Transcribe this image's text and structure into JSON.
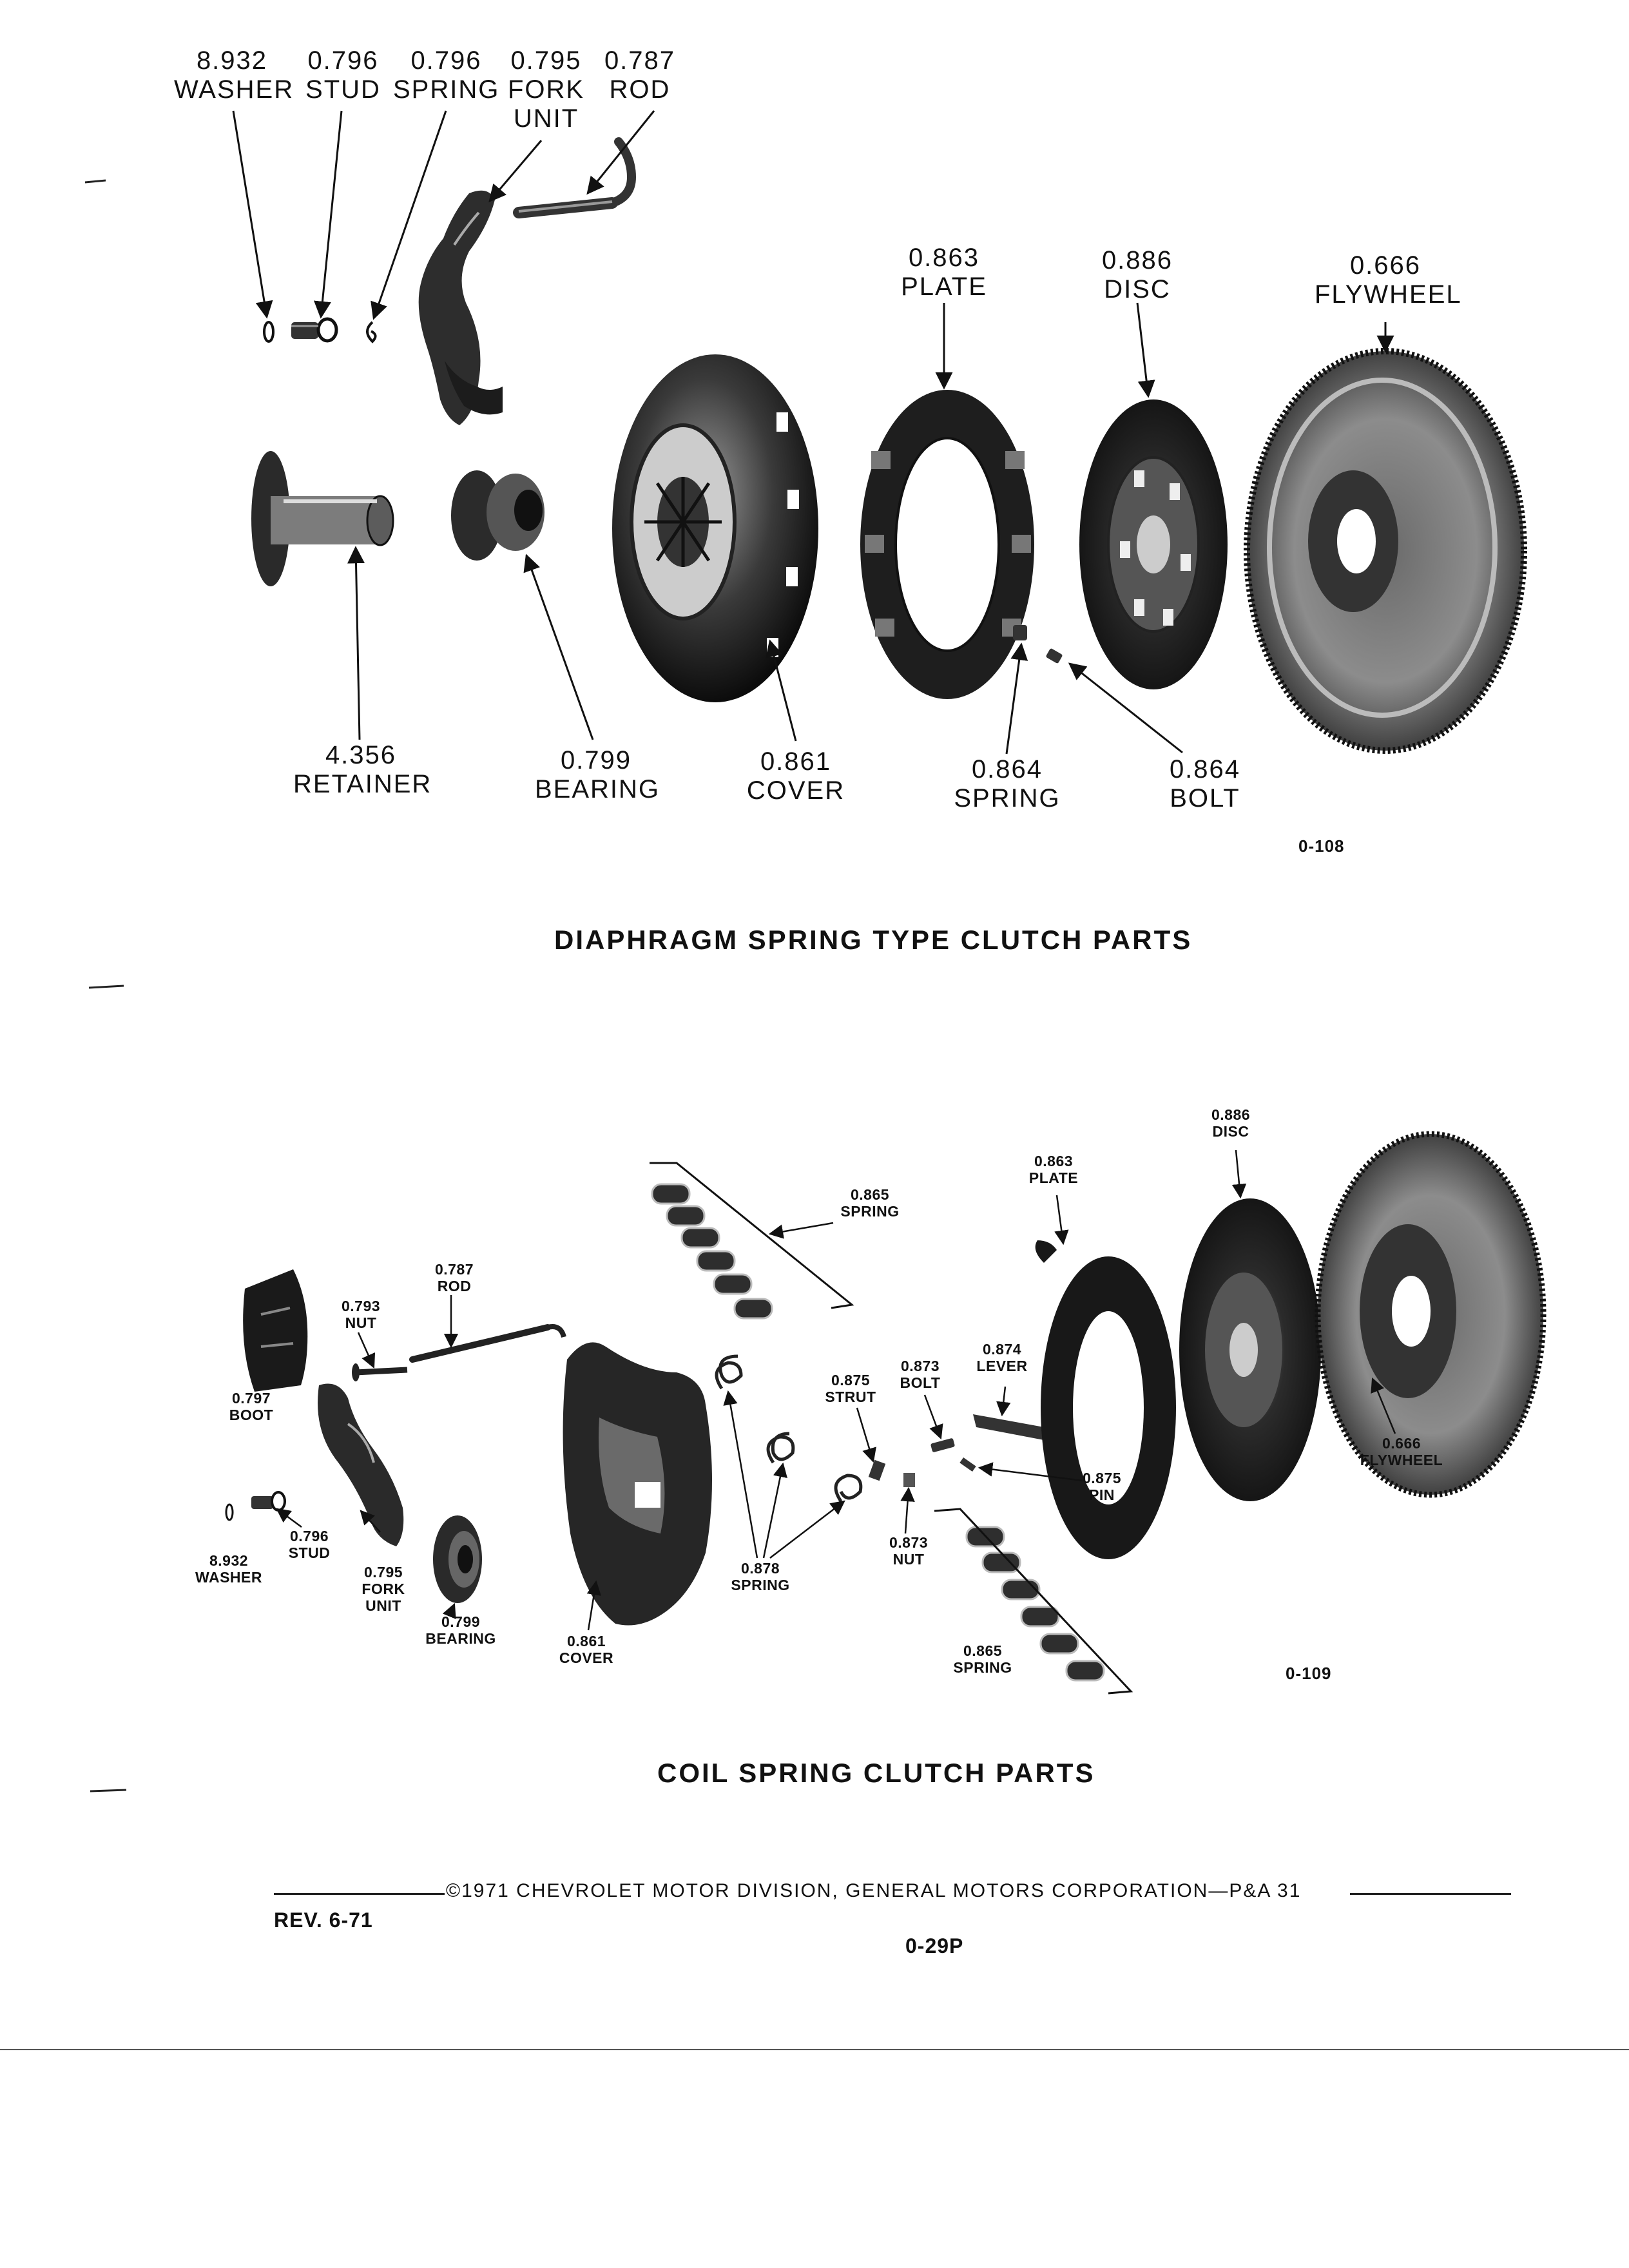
{
  "figure1": {
    "figure_number": "0-108",
    "caption": "DIAPHRAGM SPRING TYPE CLUTCH PARTS",
    "labels": {
      "washer": {
        "num": "8.932",
        "name": "WASHER"
      },
      "stud": {
        "num": "0.796",
        "name": "STUD"
      },
      "spring": {
        "num": "0.796",
        "name": "SPRING"
      },
      "fork": {
        "num": "0.795",
        "name": "FORK",
        "name2": "UNIT"
      },
      "rod": {
        "num": "0.787",
        "name": "ROD"
      },
      "plate": {
        "num": "0.863",
        "name": "PLATE"
      },
      "disc": {
        "num": "0.886",
        "name": "DISC"
      },
      "flywheel": {
        "num": "0.666",
        "name": "FLYWHEEL"
      },
      "retainer": {
        "num": "4.356",
        "name": "RETAINER"
      },
      "bearing": {
        "num": "0.799",
        "name": "BEARING"
      },
      "cover": {
        "num": "0.861",
        "name": "COVER"
      },
      "spring2": {
        "num": "0.864",
        "name": "SPRING"
      },
      "bolt": {
        "num": "0.864",
        "name": "BOLT"
      }
    }
  },
  "figure2": {
    "figure_number": "0-109",
    "caption": "COIL SPRING CLUTCH PARTS",
    "labels": {
      "disc": {
        "num": "0.886",
        "name": "DISC"
      },
      "plate": {
        "num": "0.863",
        "name": "PLATE"
      },
      "spring_top": {
        "num": "0.865",
        "name": "SPRING"
      },
      "rod": {
        "num": "0.787",
        "name": "ROD"
      },
      "nut": {
        "num": "0.793",
        "name": "NUT"
      },
      "lever": {
        "num": "0.874",
        "name": "LEVER"
      },
      "bolt": {
        "num": "0.873",
        "name": "BOLT"
      },
      "strut": {
        "num": "0.875",
        "name": "STRUT"
      },
      "boot": {
        "num": "0.797",
        "name": "BOOT"
      },
      "flywheel": {
        "num": "0.666",
        "name": "FLYWHEEL"
      },
      "pin": {
        "num": "0.875",
        "name": "PIN"
      },
      "stud": {
        "num": "0.796",
        "name": "STUD"
      },
      "washer": {
        "num": "8.932",
        "name": "WASHER"
      },
      "fork": {
        "num": "0.795",
        "name": "FORK",
        "name2": "UNIT"
      },
      "nut2": {
        "num": "0.873",
        "name": "NUT"
      },
      "spring878": {
        "num": "0.878",
        "name": "SPRING"
      },
      "bearing": {
        "num": "0.799",
        "name": "BEARING"
      },
      "cover": {
        "num": "0.861",
        "name": "COVER"
      },
      "spring_bottom": {
        "num": "0.865",
        "name": "SPRING"
      }
    }
  },
  "footer": {
    "copyright": "©1971 CHEVROLET MOTOR DIVISION, GENERAL MOTORS CORPORATION—P&A 31",
    "revision": "REV. 6-71",
    "page_number": "0-29P"
  }
}
